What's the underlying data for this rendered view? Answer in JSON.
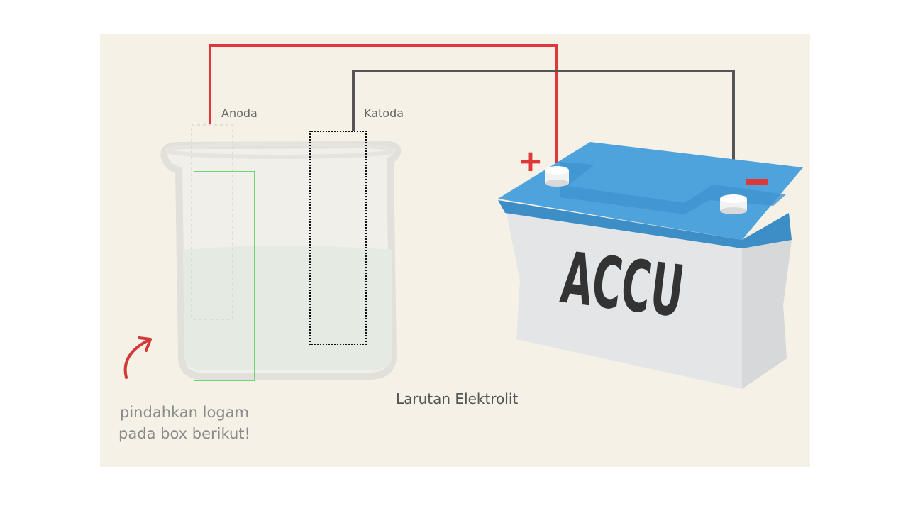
{
  "labels": {
    "anoda": "Anoda",
    "katoda": "Katoda",
    "solution": "Larutan Elektrolit",
    "hint_line1": "pindahkan logam",
    "hint_line2": "pada box berikut!"
  },
  "battery": {
    "brand": "ACCU",
    "positive_symbol": "+",
    "negative_symbol": "−"
  },
  "colors": {
    "background": "#f6f1e6",
    "positive_wire": "#e0383a",
    "negative_wire": "#555555",
    "battery_top": "#4fa3dc",
    "battery_body": "#e3e5e6",
    "beaker": "#e4e4e0",
    "solution": "#e5ebe3",
    "anode_dropbox_border": "#6fd66f",
    "cathode_dropbox_border": "#111111",
    "hint_arrow": "#d23a3a"
  },
  "icons": {
    "hint_arrow": "curved-arrow-icon",
    "positive_terminal": "plus-icon",
    "negative_terminal": "minus-icon"
  }
}
